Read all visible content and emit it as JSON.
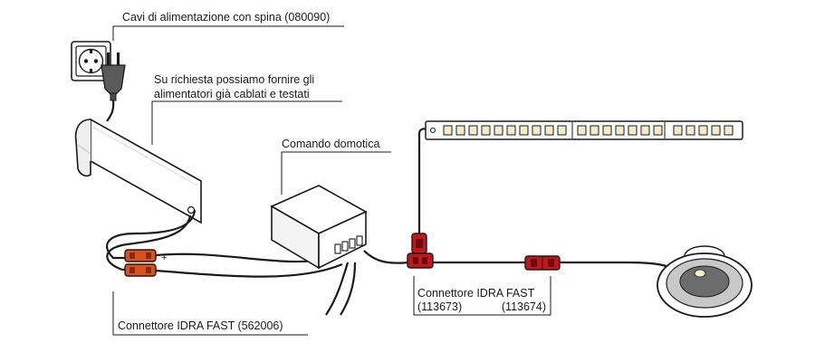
{
  "labels": {
    "plug_cable": "Cavi di alimentazione con spina (080090)",
    "supply_line1": "Su richiesta possiamo fornire gli",
    "supply_line2": "alimentatori già cablati e testati",
    "domotic_command": "Comando domotica",
    "idra_left": "Connettore IDRA FAST (562006)",
    "idra_right": "Connettore IDRA FAST",
    "code_t_connector": "(113673)",
    "code_inline_connector": "(113674)",
    "polarity_plus": "+",
    "polarity_minus": "-"
  },
  "colors": {
    "line": "#1a1a1a",
    "connector_red": "#c0161c",
    "connector_orange": "#d9531e",
    "led_chip": "#f4ecc8",
    "metal_grey": "#c8c8c8"
  }
}
